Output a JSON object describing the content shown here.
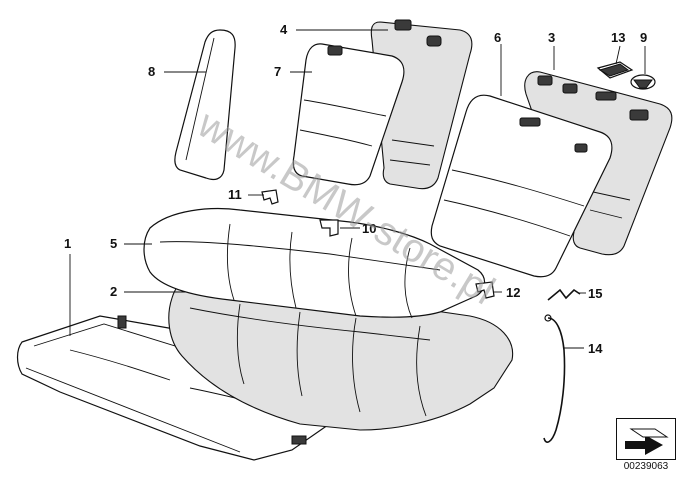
{
  "watermark": "www.BMW-store.pl",
  "reference_code": "00239063",
  "callouts": [
    {
      "id": "1",
      "label": "1",
      "part": "seat-base-frame"
    },
    {
      "id": "2",
      "label": "2",
      "part": "seat-cushion-pad"
    },
    {
      "id": "3",
      "label": "3",
      "part": "backrest-frame-right"
    },
    {
      "id": "4",
      "label": "4",
      "part": "backrest-frame-left"
    },
    {
      "id": "5",
      "label": "5",
      "part": "seat-cushion-cover"
    },
    {
      "id": "6",
      "label": "6",
      "part": "backrest-cover-right"
    },
    {
      "id": "7",
      "label": "7",
      "part": "backrest-cover-left"
    },
    {
      "id": "8",
      "label": "8",
      "part": "side-bolster"
    },
    {
      "id": "9",
      "label": "9",
      "part": "retaining-clip"
    },
    {
      "id": "10",
      "label": "10",
      "part": "clamp-center"
    },
    {
      "id": "11",
      "label": "11",
      "part": "clamp-left"
    },
    {
      "id": "12",
      "label": "12",
      "part": "clamp-right"
    },
    {
      "id": "13",
      "label": "13",
      "part": "cover-cap"
    },
    {
      "id": "14",
      "label": "14",
      "part": "tension-wire"
    },
    {
      "id": "15",
      "label": "15",
      "part": "spring-clip"
    }
  ]
}
